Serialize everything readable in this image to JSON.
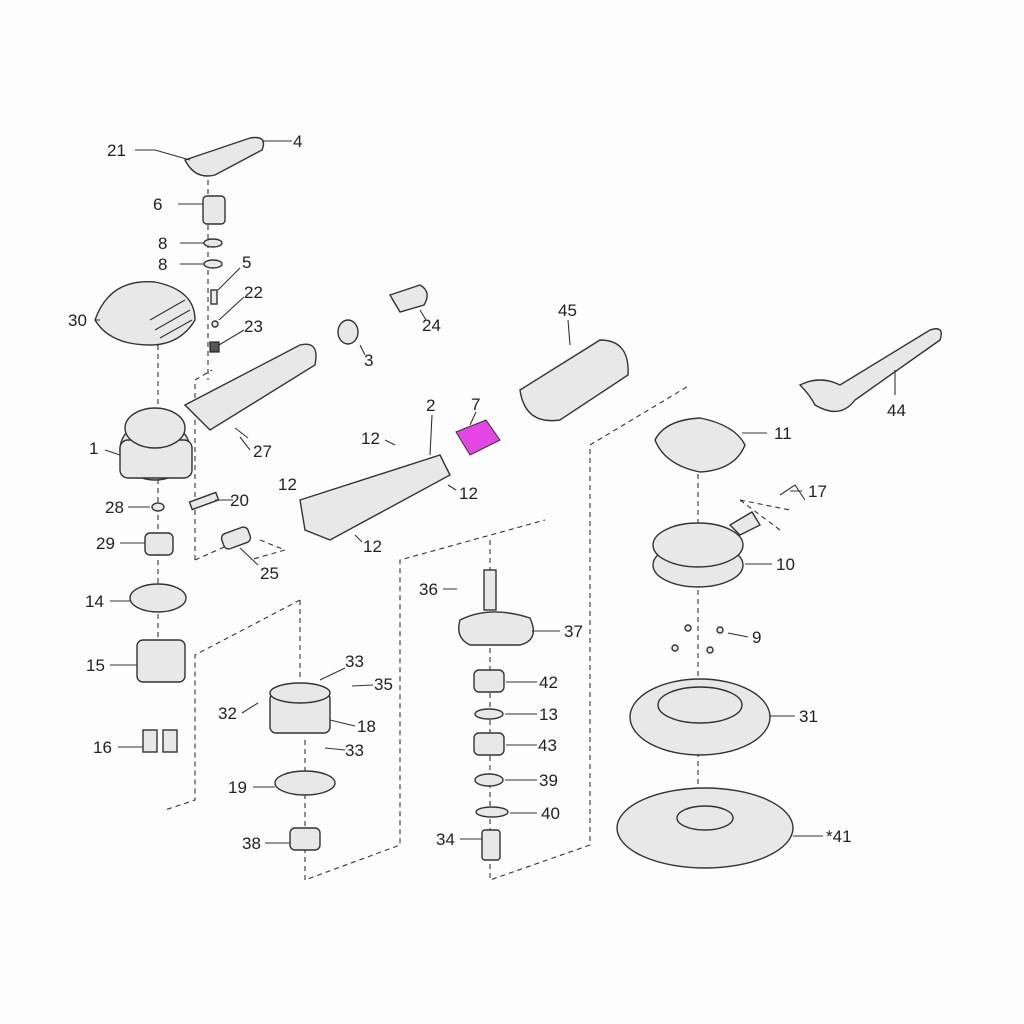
{
  "diagram": {
    "highlight_color": "#e645e6",
    "highlighted_part": "7",
    "labels": {
      "p21": "21",
      "p4": "4",
      "p6": "6",
      "p8a": "8",
      "p8b": "8",
      "p5": "5",
      "p22": "22",
      "p30": "30",
      "p23": "23",
      "p24": "24",
      "p3": "3",
      "p45": "45",
      "p7": "7",
      "p2": "2",
      "p44": "44",
      "p1": "1",
      "p27": "27",
      "p12a": "12",
      "p11": "11",
      "p12b": "12",
      "p12c": "12",
      "p17": "17",
      "p28": "28",
      "p20": "20",
      "p12d": "12",
      "p29": "29",
      "p25": "25",
      "p10": "10",
      "p36": "36",
      "p14": "14",
      "p37": "37",
      "p9": "9",
      "p33a": "33",
      "p15": "15",
      "p35": "35",
      "p42": "42",
      "p32": "32",
      "p31": "31",
      "p13": "13",
      "p18": "18",
      "p43": "43",
      "p16": "16",
      "p33b": "33",
      "p39": "39",
      "p19": "19",
      "p40": "40",
      "p38": "38",
      "p34": "34",
      "p41": "*41"
    }
  }
}
